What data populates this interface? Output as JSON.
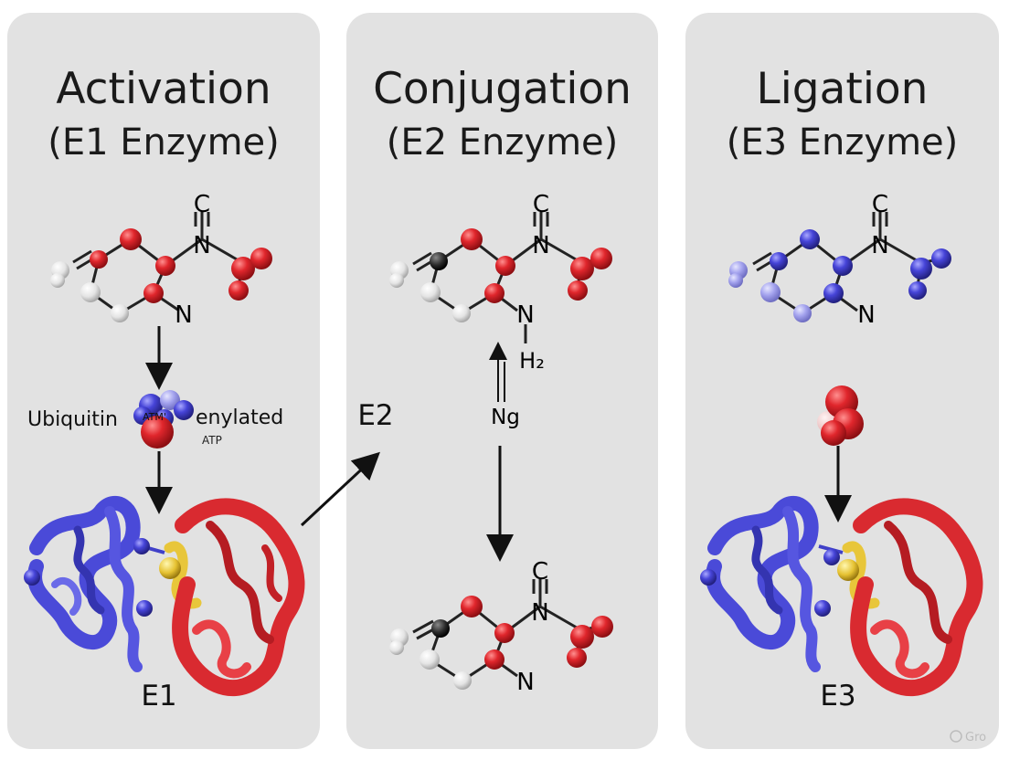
{
  "panels": [
    {
      "title": "Activation",
      "subtitle": "(E1 Enzyme)",
      "bottom_label": "E1"
    },
    {
      "title": "Conjugation",
      "subtitle": "(E2 Enzyme)",
      "bottom_label": ""
    },
    {
      "title": "Ligation",
      "subtitle": "(E3 Enzyme)",
      "bottom_label": "E3"
    }
  ],
  "labels": {
    "ubiquitin_left": "Ubiquitin",
    "atp_overlay": "ATM'",
    "adenylated": "enylated",
    "atp": "ATP",
    "e2": "E2",
    "h2": "H₂",
    "ng": "Ng",
    "atom_c": "C",
    "atom_n": "N",
    "watermark": "Gro"
  },
  "colors": {
    "panel": "#e2e2e2",
    "red_atom": "#d9262c",
    "blue_atom": "#4a48d6",
    "white_atom": "#ececec",
    "helix_blue": "#4a4ad8",
    "helix_red": "#d92a30",
    "sulfur": "#e8c63a"
  }
}
